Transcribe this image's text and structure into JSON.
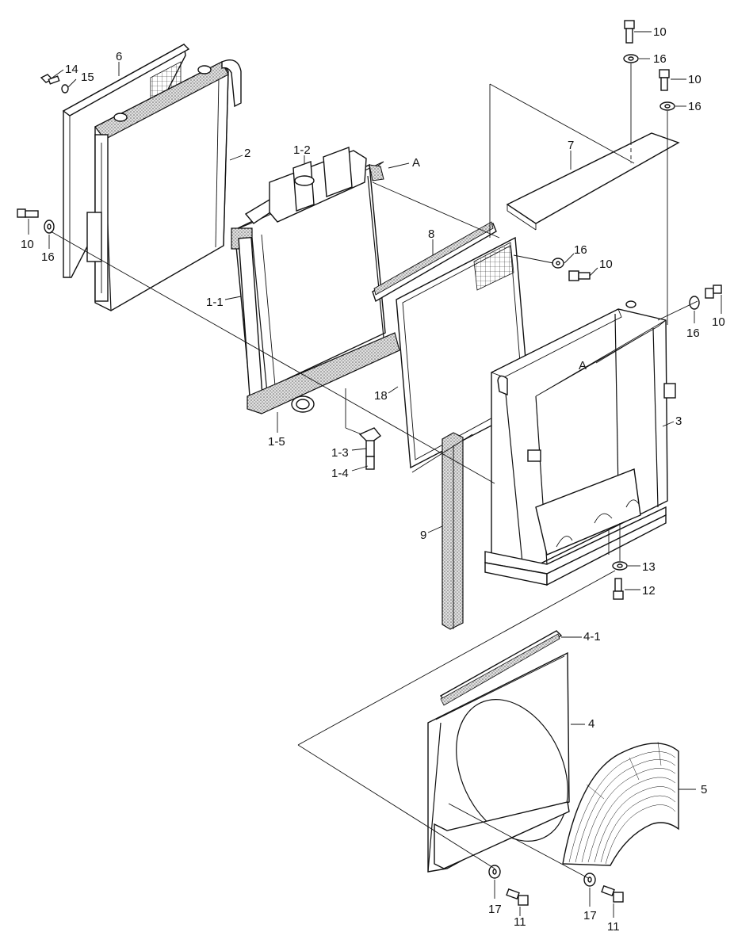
{
  "labels": {
    "p14": "14",
    "p15": "15",
    "p6": "6",
    "p2": "2",
    "p10a": "10",
    "p16a": "16",
    "p1_2": "1-2",
    "pA1": "A",
    "p1_1": "1-1",
    "p8": "8",
    "p10b": "10",
    "p16b": "16",
    "p10c": "10",
    "p16c": "16",
    "p7": "7",
    "p16d": "16",
    "p10d": "10",
    "p10e": "10",
    "p16e": "16",
    "pA2": "A",
    "p3": "3",
    "p18": "18",
    "p1_5": "1-5",
    "p1_3": "1-3",
    "p1_4": "1-4",
    "p9": "9",
    "p13": "13",
    "p12": "12",
    "p4_1": "4-1",
    "p4": "4",
    "p5": "5",
    "p17a": "17",
    "p11a": "11",
    "p17b": "17",
    "p11b": "11"
  }
}
